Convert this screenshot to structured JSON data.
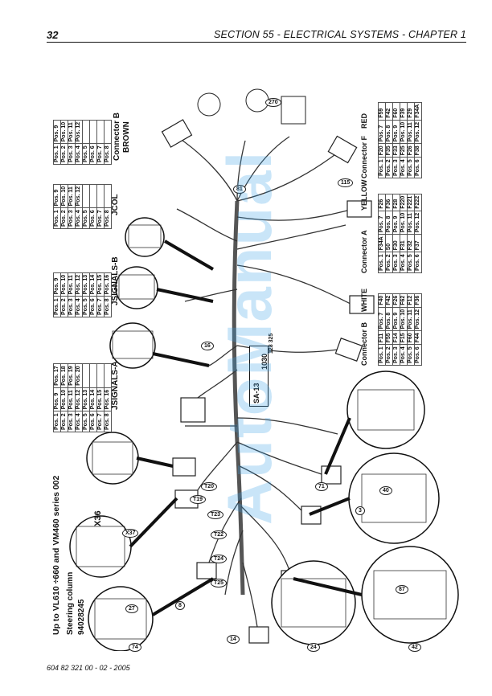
{
  "header": {
    "page_number": "32",
    "section": "SECTION 55 - ELECTRICAL SYSTEMS - CHAPTER 1"
  },
  "footer": {
    "code": "604 82 321 00 - 02 - 2005"
  },
  "side_title": {
    "line1": "Up to VL610 ÷660 and VM460 series 002",
    "line2": "Steering column",
    "line3": "94028245"
  },
  "watermark": "AutoManual",
  "labels": {
    "jsignals_a": "JSIGNALS-A",
    "jsignals_b": "JSIGNALS-B",
    "jcol": "JCOL",
    "connector_b_brown": "Connector B",
    "brown": "BROWN",
    "connector_f": "Connector F",
    "red": "RED",
    "connector_a": "Connector A",
    "yellow": "YELLOW",
    "connector_b2": "Connector B",
    "white": "WHITE",
    "x36": "X36",
    "sa13": "SA-13",
    "n1030": "1030",
    "n128_325": "128 325"
  },
  "callouts": [
    "81",
    "270",
    "115",
    "16",
    "71",
    "3",
    "40",
    "87",
    "42",
    "24",
    "14",
    "74",
    "8",
    "27",
    "X37",
    "T19",
    "T20",
    "T23",
    "T22",
    "T24",
    "T25"
  ],
  "tables": {
    "jsignals_a": [
      [
        "Pos. 1",
        "Pos. 9",
        "Pos. 17"
      ],
      [
        "Pos. 2",
        "Pos. 10",
        "Pos. 18"
      ],
      [
        "Pos. 3",
        "Pos. 11",
        "Pos. 19"
      ],
      [
        "Pos. 4",
        "Pos. 12",
        "Pos. 20"
      ],
      [
        "Pos. 5",
        "Pos. 13",
        ""
      ],
      [
        "Pos. 6",
        "Pos. 14",
        ""
      ],
      [
        "Pos. 7",
        "Pos. 15",
        ""
      ],
      [
        "Pos. 8",
        "Pos. 16",
        ""
      ]
    ],
    "jsignals_b": [
      [
        "Pos. 1",
        "Pos. 9"
      ],
      [
        "Pos. 2",
        "Pos. 10"
      ],
      [
        "Pos. 3",
        "Pos. 11"
      ],
      [
        "Pos. 4",
        "Pos. 12"
      ],
      [
        "Pos. 5",
        "Pos. 13"
      ],
      [
        "Pos. 6",
        "Pos. 14"
      ],
      [
        "Pos. 7",
        "Pos. 15"
      ],
      [
        "Pos. 8",
        "Pos. 16"
      ]
    ],
    "jcol": [
      [
        "Pos. 1",
        "Pos. 9"
      ],
      [
        "Pos. 2",
        "Pos. 10"
      ],
      [
        "Pos. 3",
        "Pos. 11"
      ],
      [
        "Pos. 4",
        "Pos. 12"
      ],
      [
        "Pos. 5",
        ""
      ],
      [
        "Pos. 6",
        ""
      ],
      [
        "Pos. 7",
        ""
      ],
      [
        "Pos. 8",
        ""
      ]
    ],
    "connector_b_brown": [
      [
        "Pos. 1",
        "Pos. 9"
      ],
      [
        "Pos. 2",
        "Pos. 10"
      ],
      [
        "Pos. 3",
        "Pos. 11"
      ],
      [
        "Pos. 4",
        "Pos. 12"
      ],
      [
        "Pos. 5",
        ""
      ],
      [
        "Pos. 6",
        ""
      ],
      [
        "Pos. 7",
        ""
      ],
      [
        "Pos. 8",
        ""
      ]
    ],
    "connector_f_red": [
      [
        "Pos. 1",
        "F20",
        "Pos. 7",
        "F59"
      ],
      [
        "Pos. 2",
        "F35",
        "Pos. 8",
        "F42"
      ],
      [
        "Pos. 3",
        "F33",
        "Pos. 9",
        "F60"
      ],
      [
        "Pos. 4",
        "F25",
        "Pos. 10",
        "F39"
      ],
      [
        "Pos. 5",
        "F26",
        "Pos. 11",
        "F29"
      ],
      [
        "Pos. 6",
        "F38",
        "Pos. 12",
        "F34A"
      ]
    ],
    "connector_a_yellow": [
      [
        "Pos. 1",
        "F34A",
        "Pos. 7",
        "F26"
      ],
      [
        "Pos. 2",
        "S0",
        "Pos. 8",
        "F36"
      ],
      [
        "Pos. 3",
        "F30",
        "Pos. 9",
        "F28"
      ],
      [
        "Pos. 4",
        "F31",
        "Pos. 10",
        "F220"
      ],
      [
        "Pos. 5",
        "F32",
        "Pos. 11",
        "F221"
      ],
      [
        "Pos. 6",
        "F37",
        "Pos. 12",
        "F222"
      ]
    ],
    "connector_b_white": [
      [
        "Pos. 1",
        "F11",
        "Pos. 7",
        "F40"
      ],
      [
        "Pos. 2",
        "F55",
        "Pos. 8",
        "F42"
      ],
      [
        "Pos. 3",
        "F14",
        "Pos. 9",
        "F26"
      ],
      [
        "Pos. 4",
        "F15",
        "Pos. 10",
        "F62"
      ],
      [
        "Pos. 5",
        "F60",
        "Pos. 11",
        "F12"
      ],
      [
        "Pos. 6",
        "F44",
        "Pos. 12",
        "F36"
      ]
    ]
  }
}
